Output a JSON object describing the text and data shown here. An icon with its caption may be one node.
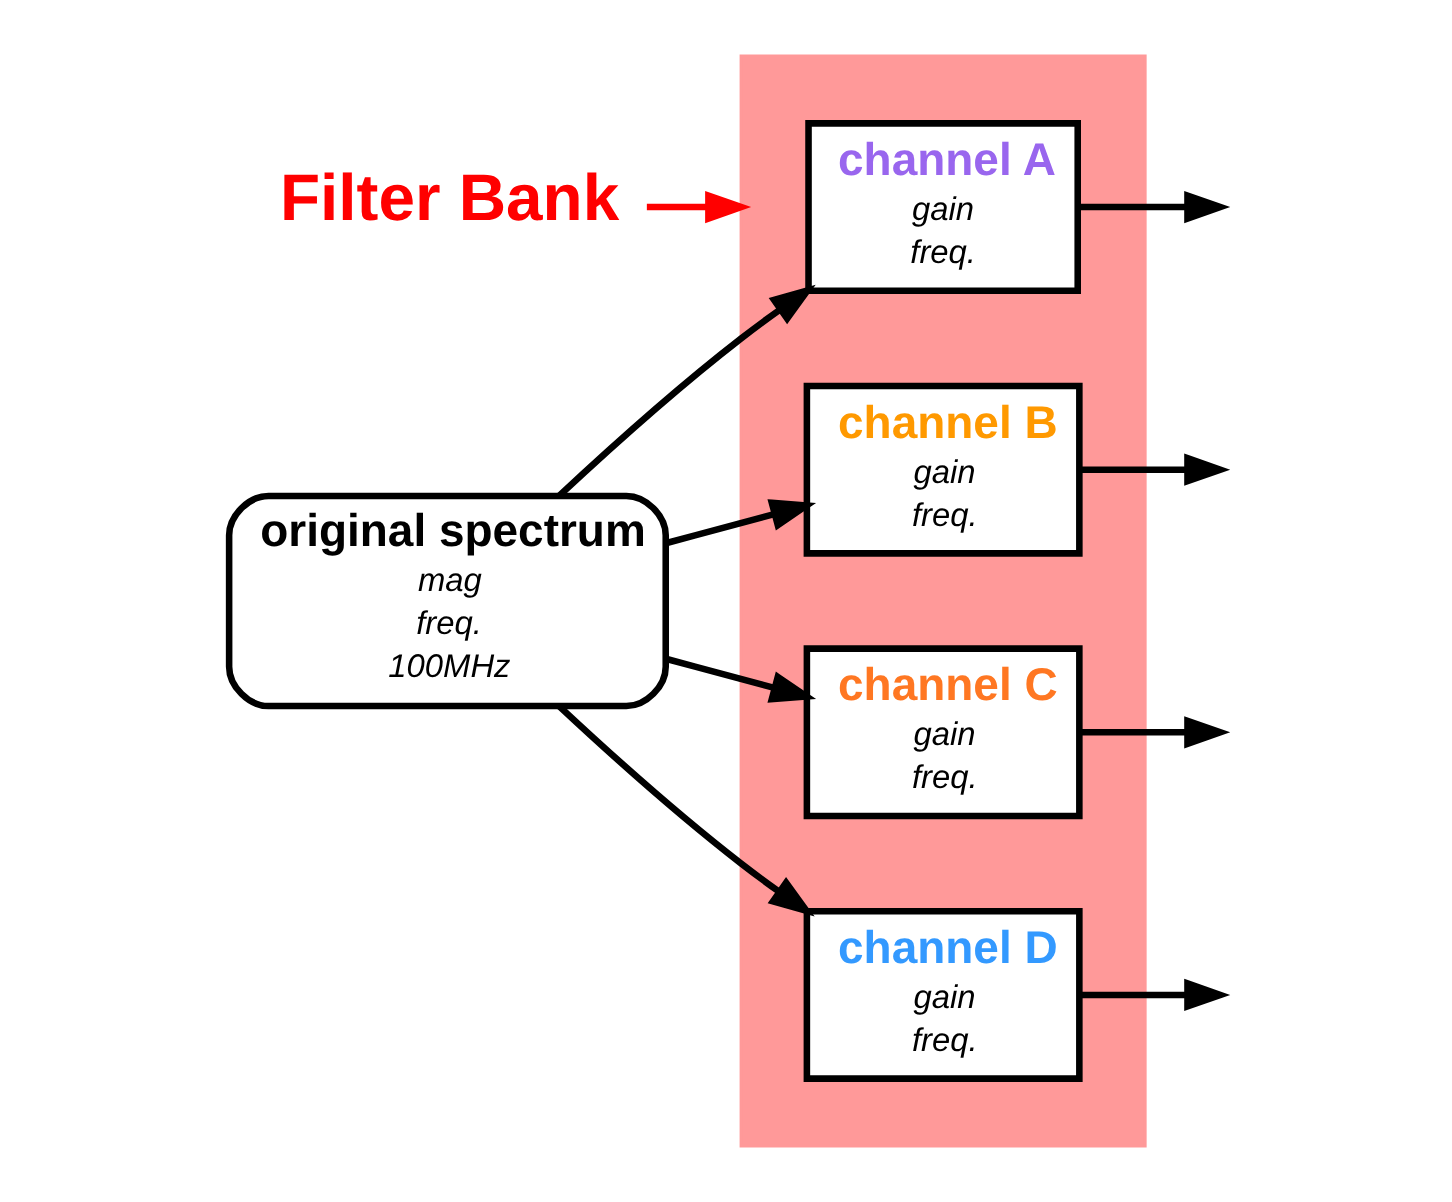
{
  "diagram": {
    "nodes": [
      {
        "text": [
          "Filter Bank"
        ]
      },
      {
        "text": [],
        "shape": "box"
      },
      {
        "text": [
          "original spectrum",
          "mag",
          "freq.",
          "100MHz"
        ]
      },
      {
        "text": [
          "channel A",
          "gain",
          "freq."
        ],
        "in": 1
      },
      {
        "text": [
          "channel B",
          "gain",
          "freq."
        ],
        "in": 1
      },
      {
        "text": [
          "channel C",
          "gain",
          "freq."
        ],
        "in": 1
      },
      {
        "text": [
          "channel D",
          "gain",
          "freq."
        ],
        "in": 1
      }
    ],
    "edges": [
      {
        "from": 0,
        "to": 1,
        "arrow": "to",
        "color": "#ff0000"
      },
      {
        "from": 2,
        "to": 3,
        "arrow": "to"
      },
      {
        "from": 2,
        "to": 4,
        "arrow": "to"
      },
      {
        "from": 2,
        "to": 5,
        "arrow": "to"
      },
      {
        "from": 2,
        "to": 6,
        "arrow": "to"
      },
      {
        "from": 3,
        "to": null,
        "arrow": "to"
      },
      {
        "from": 4,
        "to": null,
        "arrow": "to"
      },
      {
        "from": 5,
        "to": null,
        "arrow": "to"
      },
      {
        "from": 6,
        "to": null,
        "arrow": "to"
      }
    ]
  }
}
